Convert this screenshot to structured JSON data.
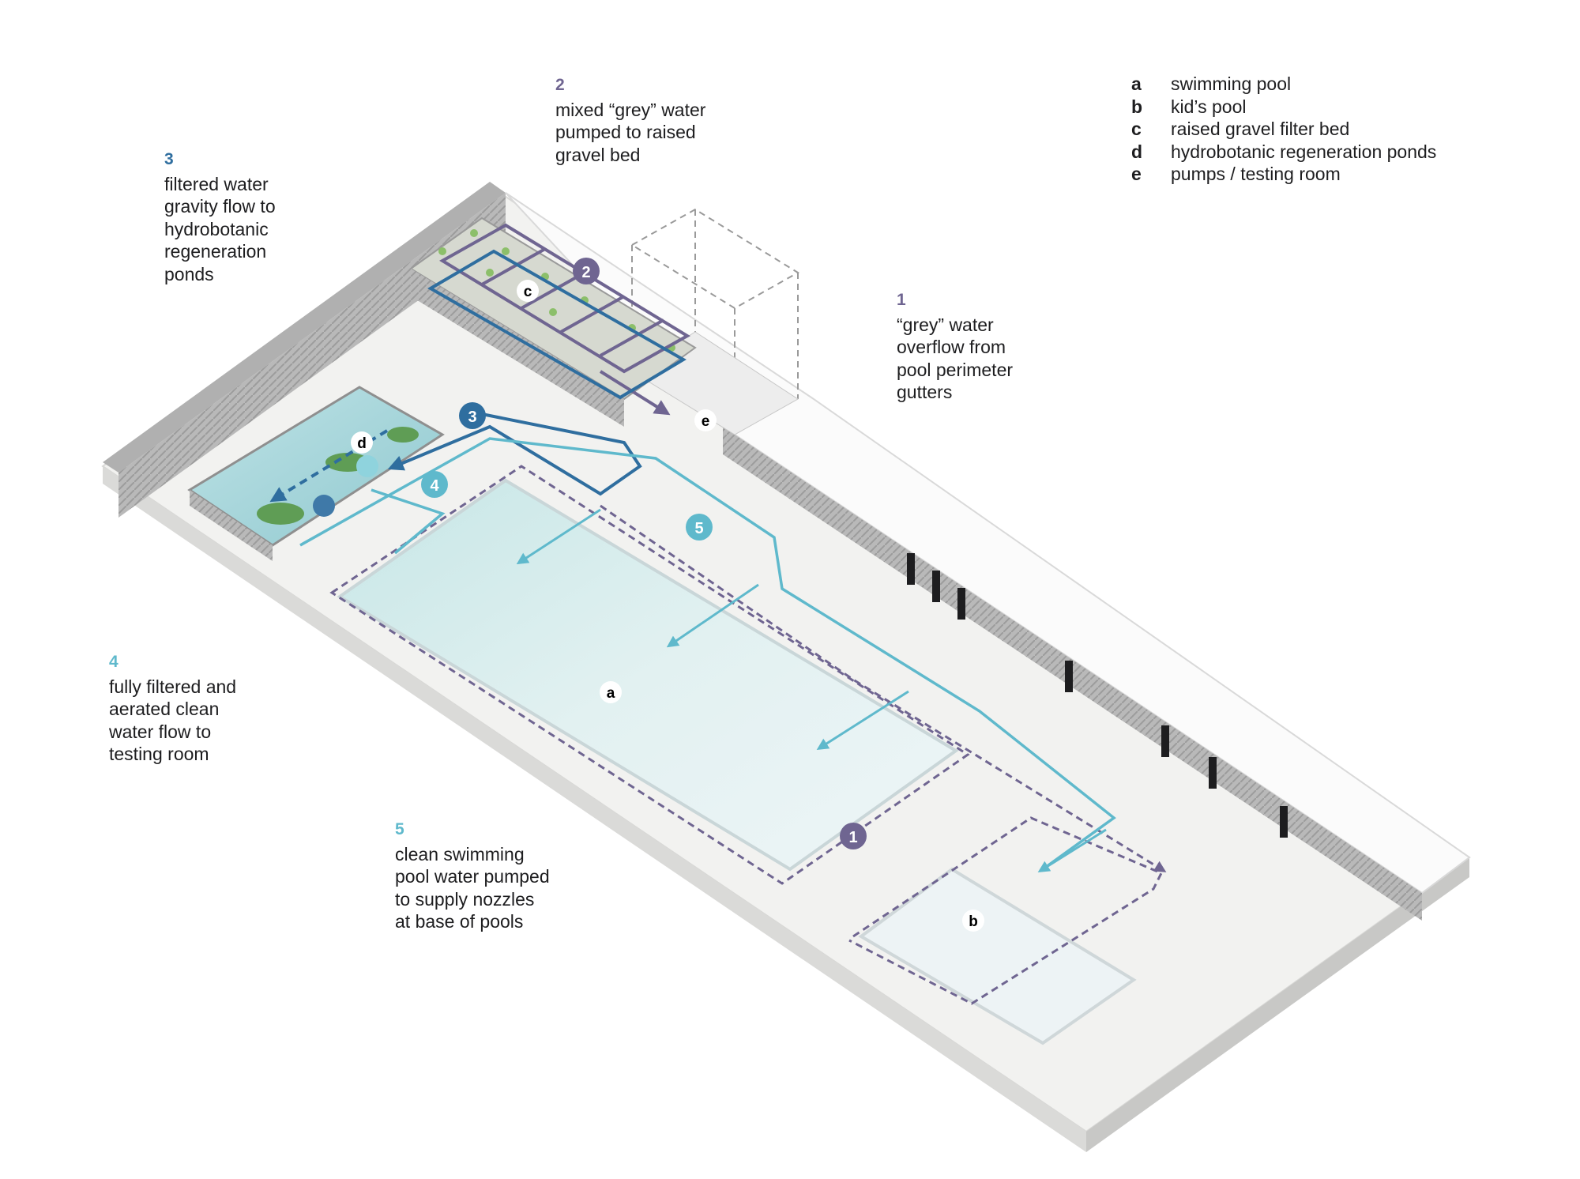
{
  "colors": {
    "grey_water": "#6f6591",
    "filtered": "#2f6e9f",
    "clean": "#5fb9cc",
    "wall": "#8c8c8c",
    "deck": "#f1f1ef",
    "pool_water": "#d7ecec"
  },
  "notes": {
    "n1": {
      "num": "1",
      "text": "“grey” water\noverflow from\npool perimeter\ngutters"
    },
    "n2": {
      "num": "2",
      "text": "mixed “grey” water\npumped to raised\ngravel bed"
    },
    "n3": {
      "num": "3",
      "text": "filtered water\ngravity flow to\nhydrobotanic\nregeneration\nponds"
    },
    "n4": {
      "num": "4",
      "text": "fully filtered and\naerated clean\nwater flow to\ntesting room"
    },
    "n5": {
      "num": "5",
      "text": "clean swimming\npool water pumped\nto supply nozzles\nat base of pools"
    }
  },
  "legend": [
    {
      "key": "a",
      "label": "swimming pool"
    },
    {
      "key": "b",
      "label": "kid’s pool"
    },
    {
      "key": "c",
      "label": "raised gravel filter bed"
    },
    {
      "key": "d",
      "label": "hydrobotanic regeneration ponds"
    },
    {
      "key": "e",
      "label": "pumps / testing room"
    }
  ],
  "tags": {
    "a": "a",
    "b": "b",
    "c": "c",
    "d": "d",
    "e": "e"
  },
  "badges": {
    "b1": "1",
    "b2": "2",
    "b3": "3",
    "b4": "4",
    "b5": "5"
  }
}
